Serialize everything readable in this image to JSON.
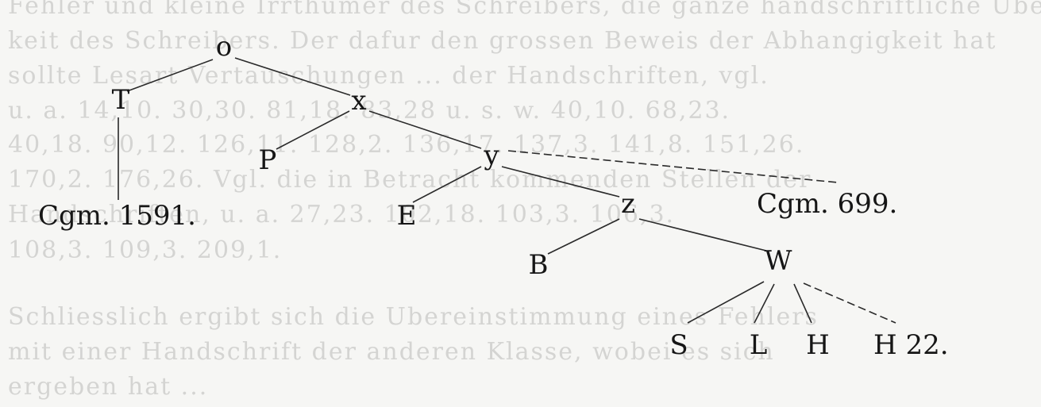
{
  "background_text_lines": [
    "Fehler und kleine Irrthumer des Schreibers, die ganze handschriftliche Uberlieferung",
    "keit des Schreibers. Der dafur den grossen Beweis der Abhangigkeit hat",
    "sollte Lesart Vertauschungen ... der Handschriften, vgl.",
    "u. a. 14,10. 30,30. 81,18. 83,28 u. s. w. 40,10. 68,23.",
    "40,18. 90,12. 126,11. 128,2. 136,17. 137,3. 141,8. 151,26.",
    "170,2. 176,26. Vgl. die in Betracht kommenden Stellen der",
    "Handschriften, u. a. 27,23. 102,18. 103,3. 106,3.",
    "108,3. 109,3. 209,1.",
    "Schliesslich ergibt sich die Ubereinstimmung eines Fehlers",
    "mit einer Handschrift der anderen Klasse, wobei es sich",
    "ergeben hat ..."
  ],
  "tree": {
    "nodes": [
      {
        "id": "o",
        "label": "o"
      },
      {
        "id": "T",
        "label": "T"
      },
      {
        "id": "x",
        "label": "x"
      },
      {
        "id": "cgm1591",
        "label": "Cgm. 1591."
      },
      {
        "id": "P",
        "label": "P"
      },
      {
        "id": "y",
        "label": "y"
      },
      {
        "id": "E",
        "label": "E"
      },
      {
        "id": "z",
        "label": "z"
      },
      {
        "id": "cgm699",
        "label": "Cgm. 699."
      },
      {
        "id": "B",
        "label": "B"
      },
      {
        "id": "W",
        "label": "W"
      },
      {
        "id": "S",
        "label": "S"
      },
      {
        "id": "L",
        "label": "L"
      },
      {
        "id": "H",
        "label": "H"
      },
      {
        "id": "H22",
        "label": "H 22."
      }
    ],
    "edges": [
      {
        "from": "o",
        "to": "T",
        "style": "solid"
      },
      {
        "from": "o",
        "to": "x",
        "style": "solid"
      },
      {
        "from": "T",
        "to": "cgm1591",
        "style": "solid"
      },
      {
        "from": "x",
        "to": "P",
        "style": "solid"
      },
      {
        "from": "x",
        "to": "y",
        "style": "solid"
      },
      {
        "from": "y",
        "to": "E",
        "style": "solid"
      },
      {
        "from": "y",
        "to": "z",
        "style": "solid"
      },
      {
        "from": "y",
        "to": "cgm699",
        "style": "dashed"
      },
      {
        "from": "z",
        "to": "B",
        "style": "solid"
      },
      {
        "from": "z",
        "to": "W",
        "style": "solid"
      },
      {
        "from": "W",
        "to": "S",
        "style": "solid"
      },
      {
        "from": "W",
        "to": "L",
        "style": "solid"
      },
      {
        "from": "W",
        "to": "H",
        "style": "solid"
      },
      {
        "from": "W",
        "to": "H22",
        "style": "dashed"
      }
    ]
  }
}
